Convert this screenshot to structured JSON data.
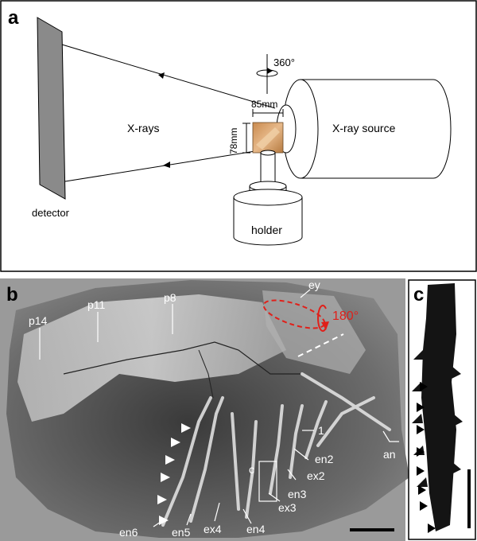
{
  "panel_a": {
    "letter": "a",
    "label_detector": "detector",
    "label_xrays": "X-rays",
    "label_source": "X-ray source",
    "label_holder": "holder",
    "label_rotation": "360°",
    "label_width": "85mm",
    "label_height": "78mm"
  },
  "panel_b": {
    "letter": "b",
    "rotation_label": "180°",
    "labels": {
      "p14": "p14",
      "p11": "p11",
      "p8": "p8",
      "ey": "ey",
      "l1": "1",
      "en2": "en2",
      "ex2": "ex2",
      "en3": "en3",
      "ex3": "ex3",
      "c": "c",
      "en4": "en4",
      "ex4": "ex4",
      "en5": "en5",
      "en6": "en6",
      "an": "an"
    }
  },
  "panel_c": {
    "letter": "c"
  },
  "colors": {
    "annotation_red": "#e0201a",
    "specimen_tan": "#d9a36a"
  }
}
